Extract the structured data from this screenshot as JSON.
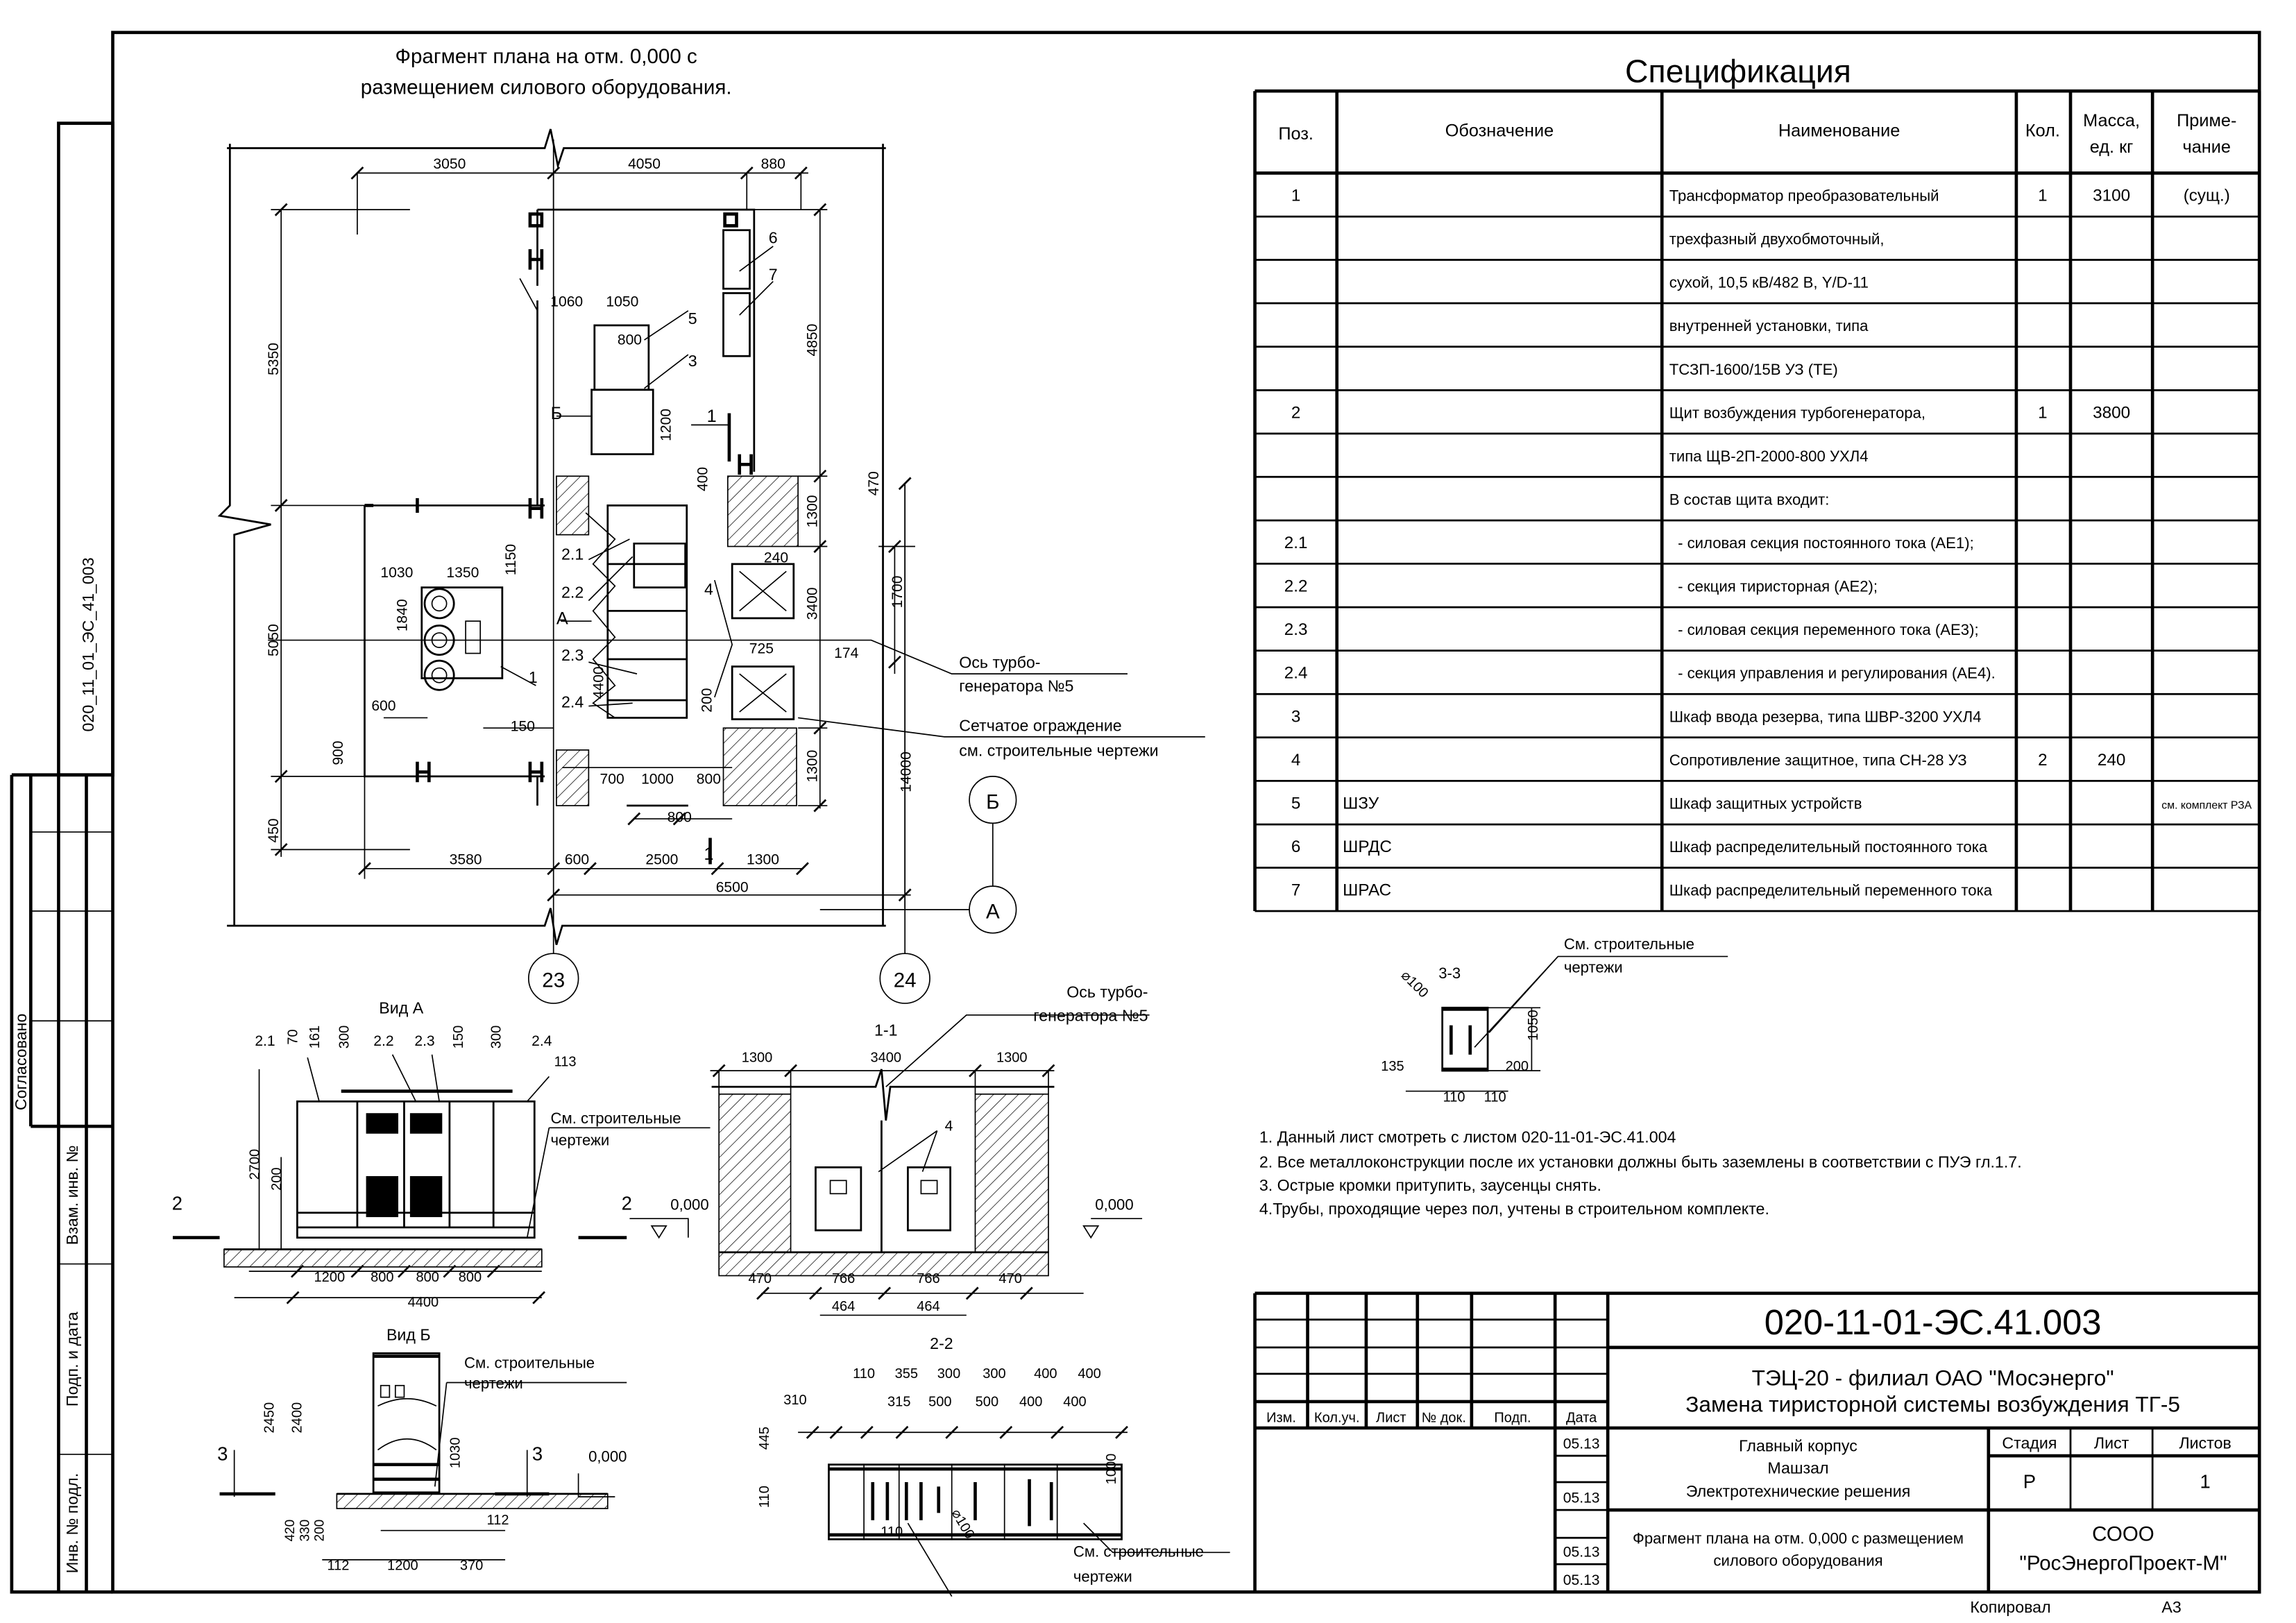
{
  "sheet": {
    "code": "020-11-01-ЭС.41.003",
    "side_code": "020_11_01_ЭС_41_003",
    "copied": "Копировал",
    "format": "А3"
  },
  "side_stamp": {
    "agreed": "Согласовано",
    "replace_inv": "Взам. инв. №",
    "sign_date": "Подп. и дата",
    "inv_orig": "Инв. № подл."
  },
  "plan": {
    "title": [
      "Фрагмент плана на отм. 0,000 с",
      "размещением силового оборудования."
    ],
    "axes": {
      "col_23": "23",
      "col_24": "24",
      "row_a": "А",
      "row_b": "Б"
    },
    "view_marks": {
      "a": "А",
      "b": "Б",
      "sec1_top": "1",
      "sec1_bottom": "1"
    },
    "positions": [
      "1",
      "2.1",
      "2.2",
      "2.3",
      "2.4",
      "3",
      "4",
      "5",
      "6",
      "7"
    ],
    "dims": [
      "3050",
      "4050",
      "880",
      "5350",
      "4850",
      "470",
      "1060",
      "1050",
      "800",
      "1200",
      "400",
      "1300",
      "1030",
      "1350",
      "1150",
      "1840",
      "5050",
      "240",
      "3400",
      "1700",
      "725",
      "174",
      "4400",
      "200",
      "600",
      "150",
      "900",
      "450",
      "1300",
      "14000",
      "700",
      "1000",
      "800",
      "800",
      "3580",
      "600",
      "2500",
      "1300",
      "6500"
    ],
    "turbo_axis": [
      "Ось турбо-",
      "генератора №5"
    ],
    "mesh_fence": [
      "Сетчатое ограждение",
      "см. строительные чертежи"
    ]
  },
  "view_a": {
    "title": "Вид А",
    "positions": [
      "2.1",
      "2.2",
      "2.3",
      "2.4"
    ],
    "dims": [
      "70",
      "161",
      "300",
      "150",
      "300",
      "113",
      "2700",
      "200",
      "1200",
      "800",
      "800",
      "800",
      "4400"
    ],
    "section_mark": "2",
    "see_drawings": [
      "См. строительные",
      "чертежи"
    ]
  },
  "section_1": {
    "title": "1-1",
    "dims": [
      "1300",
      "3400",
      "1300",
      "470",
      "766",
      "766",
      "470",
      "464",
      "464"
    ],
    "levels": [
      "0,000",
      "0,000"
    ],
    "position": "4",
    "turbo_axis": [
      "Ось турбо-",
      "генератора №5"
    ]
  },
  "view_b": {
    "title": "Вид Б",
    "dims": [
      "2450",
      "2400",
      "1030",
      "112",
      "420",
      "330",
      "200",
      "112",
      "1200",
      "370"
    ],
    "section_mark": "3",
    "level": "0,000",
    "see_drawings": [
      "См. строительные",
      "чертежи"
    ]
  },
  "section_2": {
    "title": "2-2",
    "dims": [
      "110",
      "355",
      "300",
      "300",
      "400",
      "400",
      "310",
      "315",
      "500",
      "500",
      "400",
      "400",
      "445",
      "110",
      "1000",
      "110",
      "⌀100"
    ],
    "see_drawings": [
      "См. строительные",
      "чертежи"
    ]
  },
  "section_3": {
    "title": "3-3",
    "dims": [
      "⌀100",
      "1050",
      "135",
      "200",
      "110",
      "110"
    ],
    "see_drawings": [
      "См. строительные",
      "чертежи"
    ]
  },
  "spec": {
    "title": "Спецификация",
    "headers": {
      "pos": "Поз.",
      "designation": "Обозначение",
      "name": "Наименование",
      "qty": "Кол.",
      "mass": [
        "Масса,",
        "ед. кг"
      ],
      "note": [
        "Приме-",
        "чание"
      ]
    },
    "rows": [
      [
        "1",
        "",
        "Трансформатор преобразовательный",
        "1",
        "3100",
        "(сущ.)"
      ],
      [
        "",
        "",
        "трехфазный двухобмоточный,",
        "",
        "",
        ""
      ],
      [
        "",
        "",
        "сухой, 10,5 кВ/482 В, Y/D-11",
        "",
        "",
        ""
      ],
      [
        "",
        "",
        "внутренней установки, типа",
        "",
        "",
        ""
      ],
      [
        "",
        "",
        "ТСЗП-1600/15В УЗ (ТЕ)",
        "",
        "",
        ""
      ],
      [
        "2",
        "",
        "Щит возбуждения турбогенератора,",
        "1",
        "3800",
        ""
      ],
      [
        "",
        "",
        "типа ЩВ-2П-2000-800 УХЛ4",
        "",
        "",
        ""
      ],
      [
        "",
        "",
        "В состав щита входит:",
        "",
        "",
        ""
      ],
      [
        "2.1",
        "",
        "  - силовая секция постоянного тока (АЕ1);",
        "",
        "",
        ""
      ],
      [
        "2.2",
        "",
        "  - секция тиристорная (АЕ2);",
        "",
        "",
        ""
      ],
      [
        "2.3",
        "",
        "  - силовая секция переменного тока (АЕ3);",
        "",
        "",
        ""
      ],
      [
        "2.4",
        "",
        "  - секция управления и регулирования (АЕ4).",
        "",
        "",
        ""
      ],
      [
        "3",
        "",
        "Шкаф ввода резерва, типа ШВР-3200 УХЛ4",
        "",
        "",
        ""
      ],
      [
        "4",
        "",
        "Сопротивление защитное, типа СН-28 УЗ",
        "2",
        "240",
        ""
      ],
      [
        "5",
        "ШЗУ",
        "Шкаф защитных устройств",
        "",
        "",
        "см. комплект РЗА"
      ],
      [
        "6",
        "ШРДС",
        "Шкаф распределительный постоянного тока",
        "",
        "",
        ""
      ],
      [
        "7",
        "ШРАС",
        "Шкаф распределительный переменного тока",
        "",
        "",
        ""
      ]
    ]
  },
  "notes": [
    "1. Данный лист смотреть с листом  020-11-01-ЭС.41.004",
    "2. Все металлоконструкции после их установки должны быть заземлены в соответствии с ПУЭ гл.1.7.",
    "3. Острые кромки притупить,  заусенцы снять.",
    "4.Трубы, проходящие через пол, учтены в строительном комплекте."
  ],
  "title_block": {
    "code": "020-11-01-ЭС.41.003",
    "project": [
      "ТЭЦ-20 - филиал ОАО \"Мосэнерго\"",
      "Замена тиристорной системы возбуждения ТГ-5"
    ],
    "columns": [
      "Изм.",
      "Кол.уч.",
      "Лист",
      "№ док.",
      "Подп.",
      "Дата"
    ],
    "dates": [
      "05.13",
      "05.13",
      "05.13",
      "05.13"
    ],
    "object": [
      "Главный корпус",
      "Машзал",
      "Электротехнические решения"
    ],
    "stage_label": "Стадия",
    "sheet_label": "Лист",
    "sheets_label": "Листов",
    "stage": "Р",
    "sheet": "",
    "sheets": "1",
    "drawing_name": [
      "Фрагмент плана на отм. 0,000 с размещением",
      "силового оборудования"
    ],
    "org": [
      "СООО",
      "\"РосЭнергоПроект-М\""
    ]
  }
}
